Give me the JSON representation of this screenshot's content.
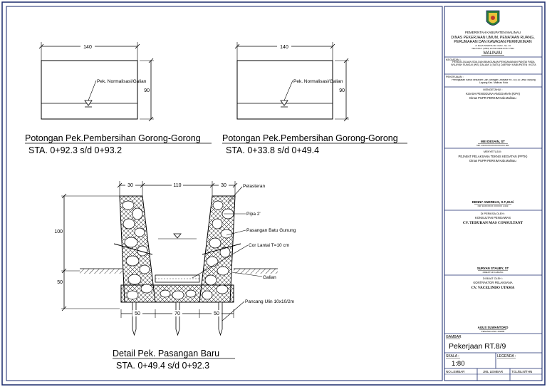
{
  "drawings": {
    "section_a": {
      "title": "Potongan Pek.Pembersihan Gorong-Gorong",
      "station": "STA. 0+92.3 s/d 0+93.2",
      "dim_width": "140",
      "dim_height": "90",
      "label": "Pek. Normalisasi/Galian"
    },
    "section_b": {
      "title": "Potongan Pek.Pembersihan Gorong-Gorong",
      "station": "STA. 0+33.8 s/d 0+49.4",
      "dim_width": "140",
      "dim_height": "90",
      "label": "Pek. Normalisasi/Galian"
    },
    "detail": {
      "title": "Detail Pek. Pasangan Baru",
      "station": "STA. 0+49.4 s/d 0+92.3",
      "dim_top_left": "30",
      "dim_top_mid": "110",
      "dim_top_right": "30",
      "dim_left_upper": "100",
      "dim_left_lower": "50",
      "dim_bottom_left": "50",
      "dim_bottom_mid": "70",
      "dim_bottom_right": "50",
      "labels": {
        "plaster": "Pelasteran",
        "pipe": "Pipa 2'",
        "masonry": "Pasangan Batu Gunung",
        "floor": "Cor Lantai T=10 cm",
        "excavation": "Galian",
        "stake": "Pancang Ulin 10x10/2m"
      }
    }
  },
  "title_block": {
    "gov_line1": "PEMERINTAH KABUPATEN MALINAU",
    "gov_line2": "DINAS PEKERJAAN UMUM, PENATAAN RUANG,",
    "gov_line3": "PERUMAHAN DAN KAWASAN PERMUKIMAN",
    "gov_addr1": "Jl. RAJA PANDITA NO. KM.9 - No. 10",
    "gov_addr2": "TELP./FAX. (0553) 21793 KODE POS 77554",
    "gov_city": "MALINAU",
    "kegiatan_label": "KEGIATAN :",
    "kegiatan_text": "PENGELOLAAN SDA DAN BANGUNAN PENGAMANAN PANTAI PADA WILAYAH SUNGAI (WS) DALAM 1 (SATU) DAERAH KABUPATEN / KOTA",
    "pekerjaan_label": "PEKERJAAN :",
    "pekerjaan_text": "Peningkatan Kanal Sekunder Dan Jaringan Drainase RT. 8,9,10 Desa Tanjung Lapang Kec. Malinau Kota",
    "mengetahui": "MENGETAHUI :",
    "kpa_role": "KUASA PENGGUNA ANGGARAN (KPA)",
    "kpa_org": "Dinas PUPR-PERKIM Kab.Malinau",
    "kpa_name": "MEI DESAIN, ST",
    "kpa_nip": "NIP. 19XXXXXXXXXXXXXXX 002",
    "menyetujui": "MENYETUJUI :",
    "pptk_role": "PEJABAT PELAKSANA TEKNIS KEGIATAN (PPTK)",
    "pptk_org": "Dinas PUPR-PERKIM Kab.Malinau",
    "pptk_name": "DENNY ANDREAS, S.T.,M.Si",
    "pptk_nip": "NIP. 19XXXXXX XXXXXX 1 003",
    "periksa": "DI PERIKSA OLEH :",
    "konsultan_role": "KONSULTAN PENGAWAS",
    "konsultan_name": "CV. TEDURAN MAS CONSULTANT",
    "konsultan_person": "SURYAN STAUBY, ST",
    "konsultan_title": "DIREKTUR CABANG",
    "buat": "DI BUAT OLEH :",
    "kontraktor_role": "KONTRAKTOR PELAKSANA",
    "kontraktor_name": "CV. VACELINDO UTAMA",
    "kontraktor_person": "AGUS SUWANTORO",
    "kontraktor_title": "PENANGGUNG JAWAB",
    "gambar_label": "GAMBAR",
    "gambar_value": "Pekerjaan  RT.8/9",
    "skala_label": "SKALA :",
    "skala_value": "1:80",
    "legenda_label": "LEGENDA :",
    "no_lembar": "NO.LEMBAR",
    "jml_lembar": "JML LEMBAR",
    "tgl": "TGL/BLN/THN"
  }
}
